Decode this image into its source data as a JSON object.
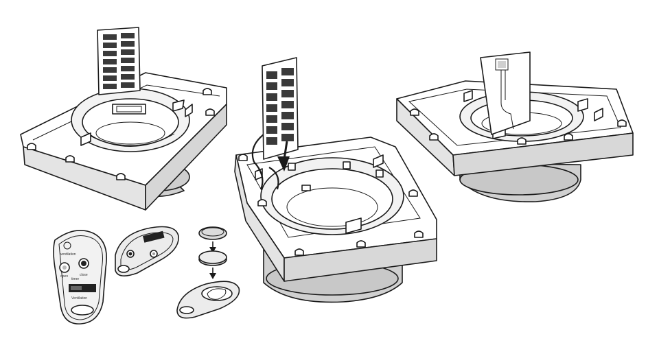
{
  "colors": {
    "line": "#1a1a1a",
    "face": "#ffffff",
    "side": "#e4e4e4",
    "shadow": "#c4c4c4",
    "metal": "#d2d2d2",
    "dark": "#333333"
  },
  "assemblies": [
    {
      "name": "housing-with-filter-raised",
      "icon": "filter-panel-icon"
    },
    {
      "name": "housing-with-filter-inserting",
      "icon": "arrow-down-icon"
    },
    {
      "name": "housing-with-sensor-board",
      "icon": "circuit-board-icon"
    }
  ],
  "remote_controls": [
    {
      "name": "remote-front",
      "icon": "remote-control-icon"
    },
    {
      "name": "remote-back",
      "icon": "remote-control-icon"
    },
    {
      "name": "remote-battery-replacement",
      "icon": "coin-battery-icon"
    }
  ]
}
